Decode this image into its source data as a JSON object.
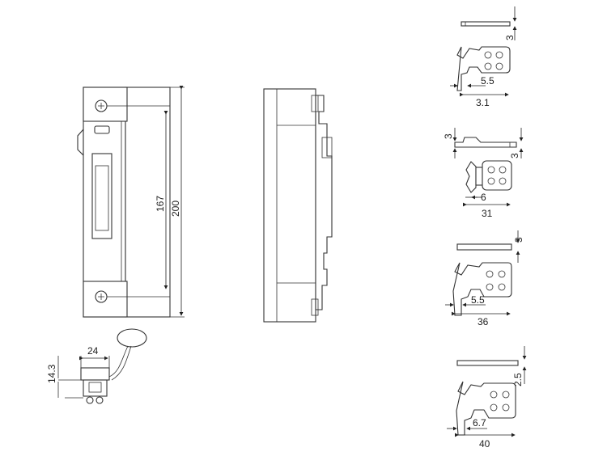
{
  "front_view": {
    "dim_inner_height": "167",
    "dim_total_height": "200"
  },
  "bottom_view": {
    "dim_width": "24",
    "dim_height": "14.3"
  },
  "keepers": [
    {
      "thickness": "3",
      "offset": "5.5",
      "width": "3.1"
    },
    {
      "thickness_left": "3",
      "thickness_right": "3",
      "offset": "6",
      "width": "31"
    },
    {
      "thickness": "3",
      "offset": "5.5",
      "width": "36"
    },
    {
      "thickness": "2.5",
      "offset": "6.7",
      "width": "40"
    }
  ]
}
